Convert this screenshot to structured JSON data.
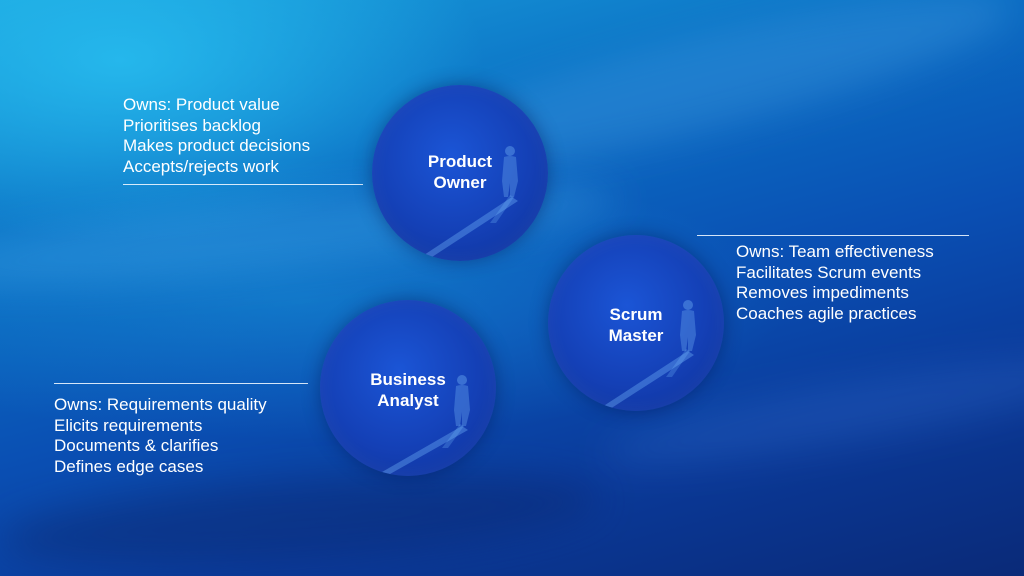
{
  "roles": {
    "product_owner": {
      "name": "Product\nOwner",
      "bullets": [
        "Owns: Product value",
        "Prioritises backlog",
        "Makes product decisions",
        "Accepts/rejects work"
      ]
    },
    "scrum_master": {
      "name": "Scrum\nMaster",
      "bullets": [
        "Owns: Team effectiveness",
        "Facilitates Scrum events",
        "Removes impediments",
        "Coaches agile practices"
      ]
    },
    "business_analyst": {
      "name": "Business\nAnalyst",
      "bullets": [
        "Owns: Requirements quality",
        "Elicits requirements",
        "Documents & clarifies",
        "Defines edge cases"
      ]
    }
  },
  "colors": {
    "circle": "#1440b6",
    "text": "#ffffff",
    "background": "#0a4fb3"
  }
}
